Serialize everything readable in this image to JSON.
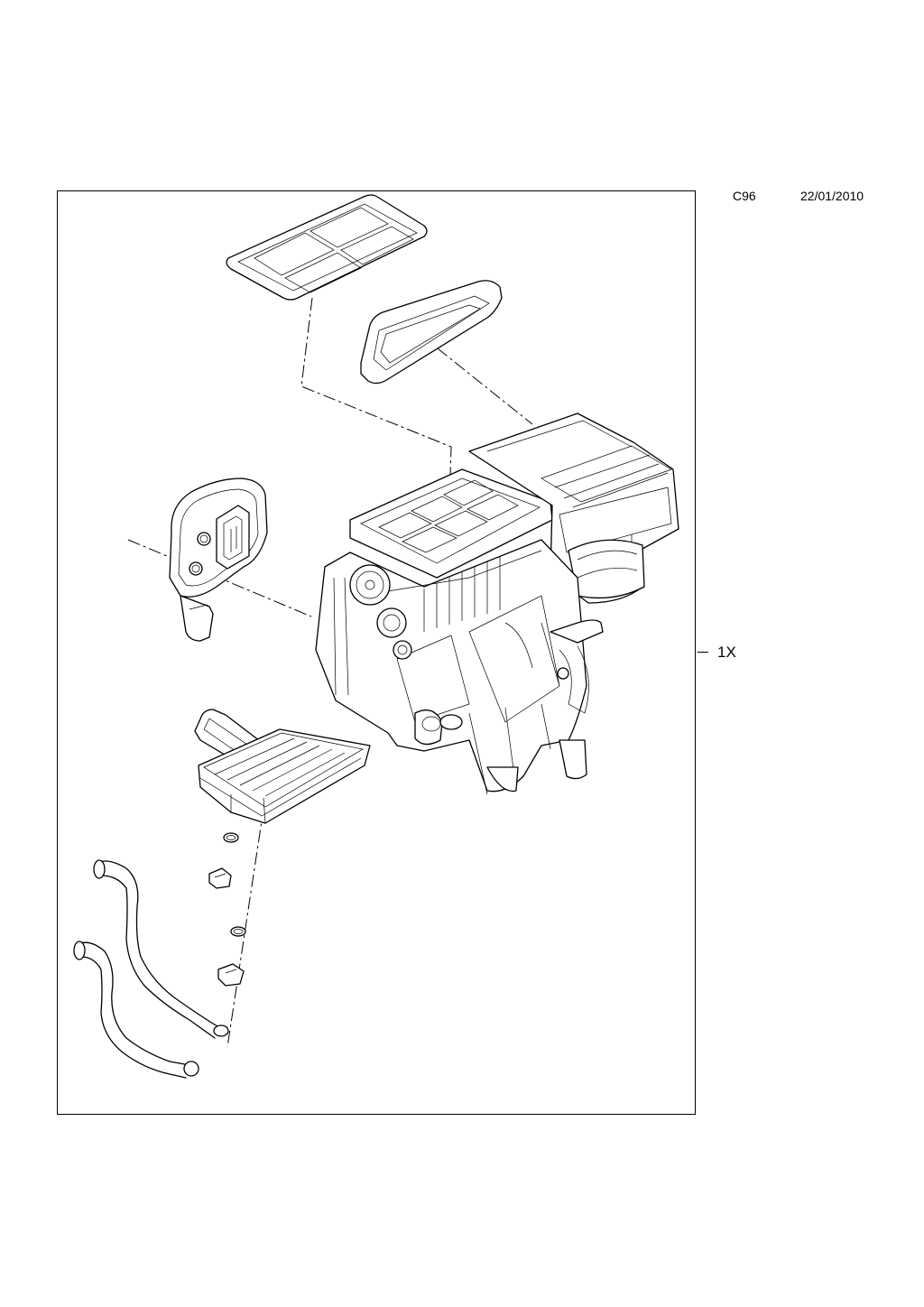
{
  "header": {
    "code": "C96",
    "date": "22/01/2010"
  },
  "callout": {
    "quantity": "1X"
  }
}
